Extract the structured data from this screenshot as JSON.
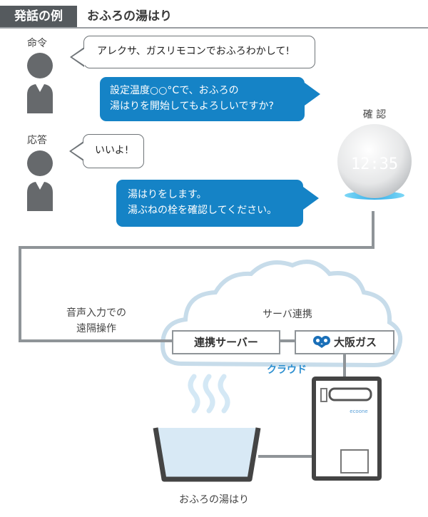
{
  "header": {
    "badge": "発話の例",
    "title": "おふろの湯はり"
  },
  "dialogue": {
    "command_label": "命令",
    "command_text": "アレクサ、ガスリモコンでおふろわかして!",
    "confirm_text_line1": "設定温度○○°Cで、おふろの",
    "confirm_text_line2": "湯はりを開始してもよろしいですか?",
    "answer_label": "応答",
    "answer_text": "いいよ!",
    "result_text_line1": "湯はりをします。",
    "result_text_line2": "湯ぶねの栓を確認してください。"
  },
  "device": {
    "label": "確 認",
    "clock": "12:35"
  },
  "flow": {
    "remote_label_line1": "音声入力での",
    "remote_label_line2": "遠隔操作",
    "cloud_link_label": "サーバ連携",
    "server_box": "連携サーバー",
    "gas_box": "大阪ガス",
    "cloud_label": "クラウド",
    "bath_label": "おふろの湯はり",
    "heater_brand": "ecoone"
  },
  "colors": {
    "accent_blue": "#1583c6",
    "gray": "#8f9498",
    "cloud": "#c7dcea",
    "brand_blue": "#1a6fb8"
  }
}
